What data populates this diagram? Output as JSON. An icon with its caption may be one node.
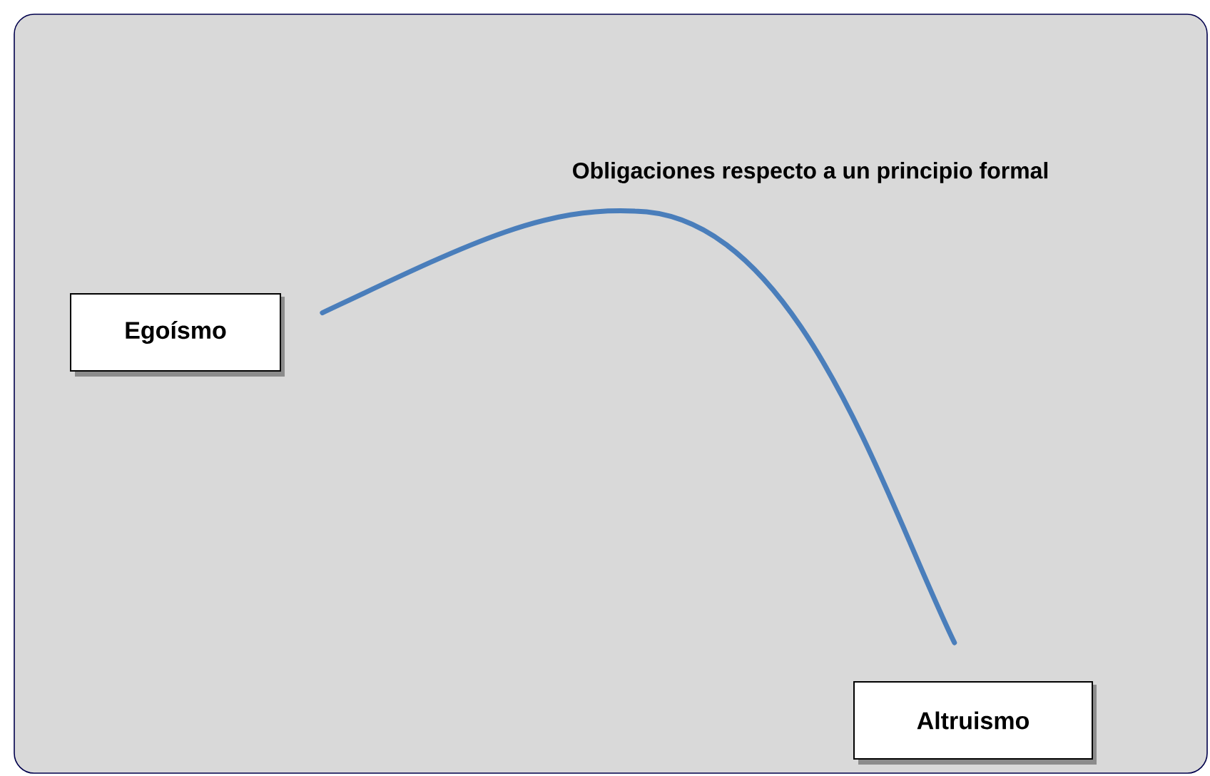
{
  "diagram": {
    "nodes": [
      {
        "text": [
          "Egoísmo"
        ]
      },
      {
        "text": [
          "Altruismo"
        ]
      }
    ],
    "edges": [
      {
        "from": 0,
        "to": 1,
        "arrow": "none",
        "color": "#4a7ebb",
        "label": "Obligaciones respecto a un principio formal"
      }
    ]
  }
}
